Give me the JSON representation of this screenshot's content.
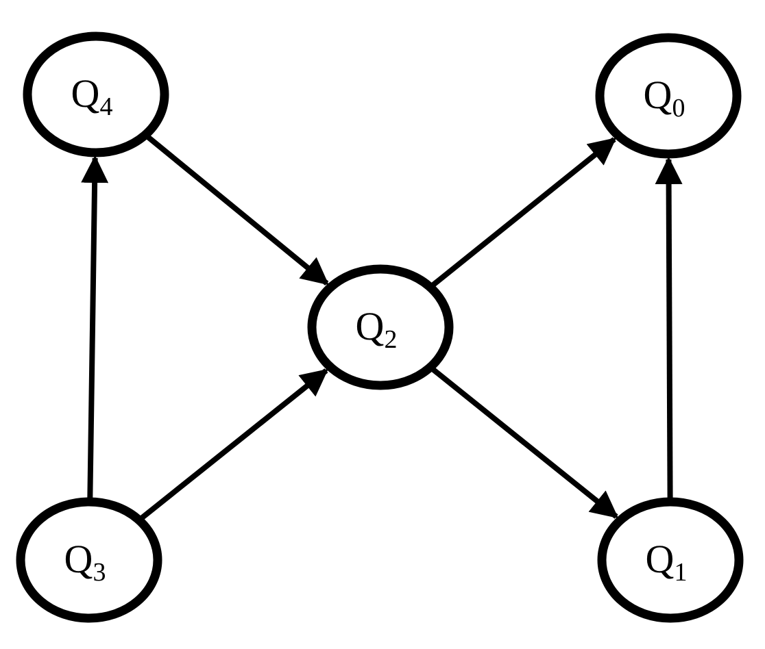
{
  "diagram": {
    "nodes": [
      {
        "id": "Q4",
        "base": "Q",
        "sub": "4"
      },
      {
        "id": "Q0",
        "base": "Q",
        "sub": "0"
      },
      {
        "id": "Q2",
        "base": "Q",
        "sub": "2"
      },
      {
        "id": "Q3",
        "base": "Q",
        "sub": "3"
      },
      {
        "id": "Q1",
        "base": "Q",
        "sub": "1"
      }
    ],
    "edges": [
      {
        "from": "Q4",
        "to": "Q2"
      },
      {
        "from": "Q3",
        "to": "Q4"
      },
      {
        "from": "Q3",
        "to": "Q2"
      },
      {
        "from": "Q2",
        "to": "Q0"
      },
      {
        "from": "Q2",
        "to": "Q1"
      },
      {
        "from": "Q1",
        "to": "Q0"
      }
    ]
  }
}
